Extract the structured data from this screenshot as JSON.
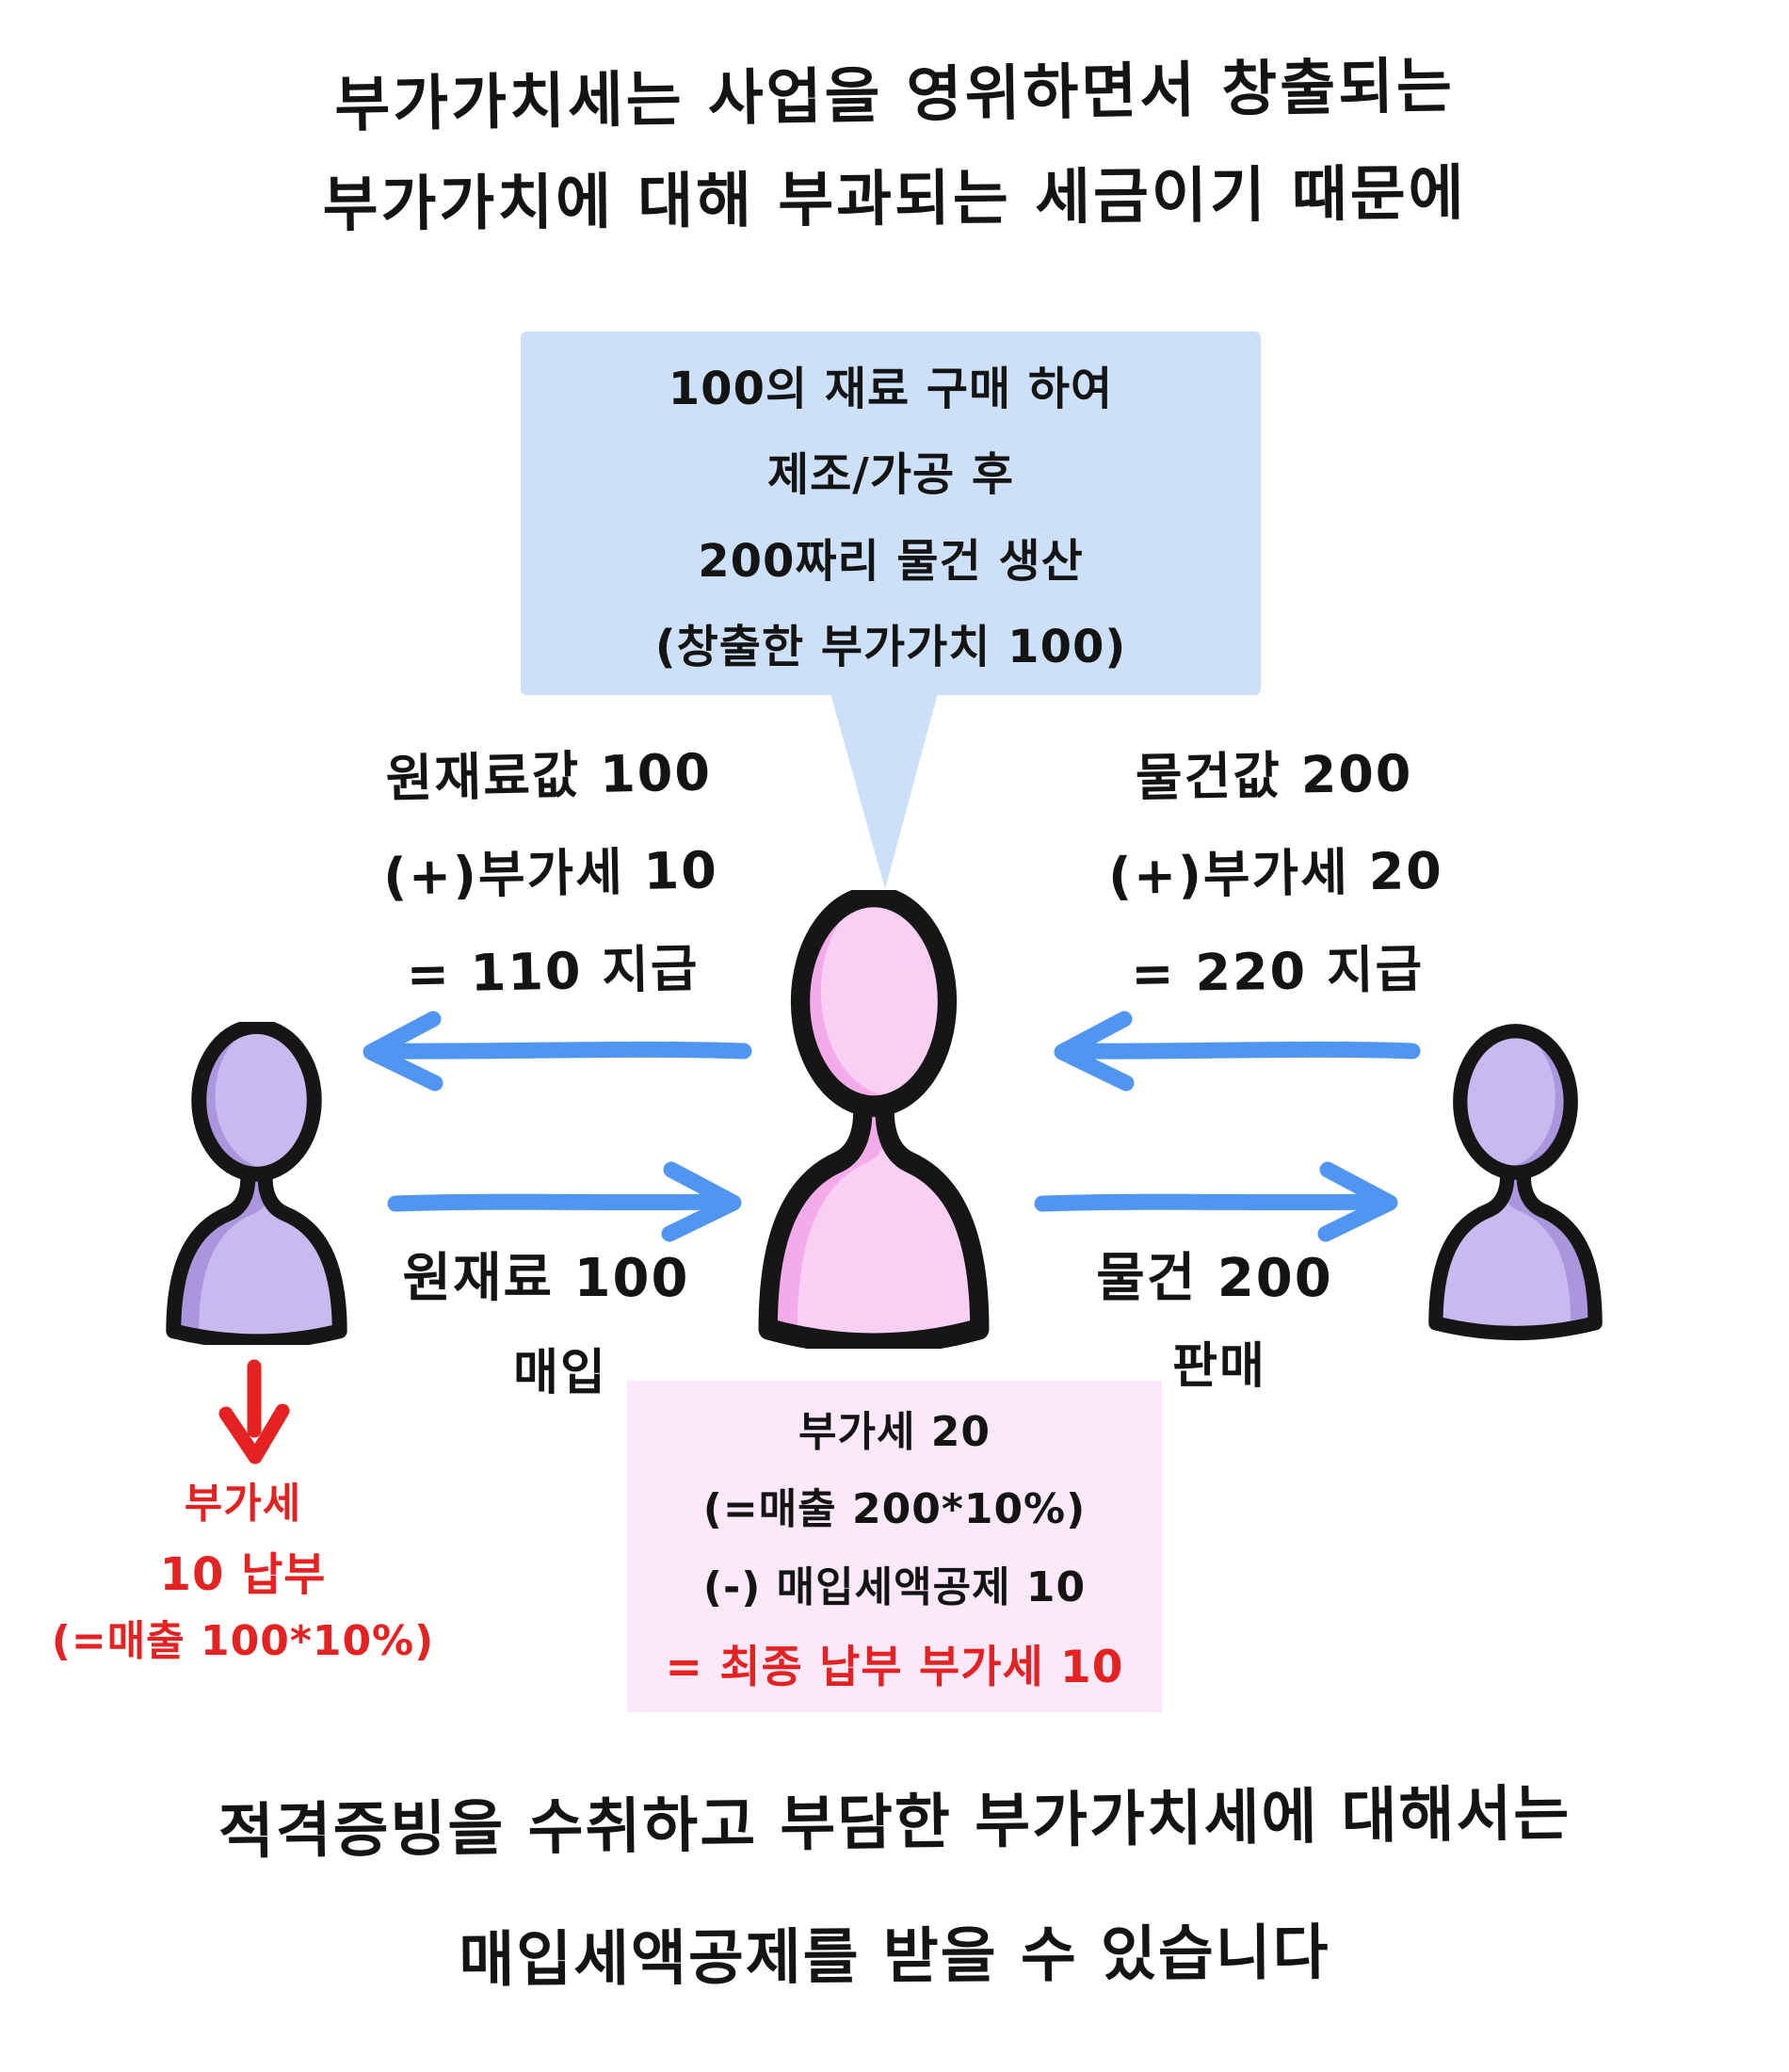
{
  "colors": {
    "bubble_bg": "#cde0fa",
    "vat_box_bg": "#fbe8f8",
    "arrow_blue": "#5096f0",
    "red": "#e42222",
    "person_purple": "#c8b9ee",
    "person_purple_shade": "#aa96dd",
    "person_pink": "#f9d0f4",
    "person_pink_shade": "#f3abe9",
    "outline": "#161616"
  },
  "title": {
    "line1": "부가가치세는 사업을 영위하면서 창출되는",
    "line2": "부가가치에 대해 부과되는 세금이기 때문에"
  },
  "bubble": {
    "lines": [
      "100의 재료 구매 하여",
      "제조/가공 후",
      "200짜리 물건 생산",
      "(창출한 부가가치 100)"
    ]
  },
  "left_payment": {
    "lines": [
      "원재료값 100",
      "(+)부가세 10",
      "= 110 지급"
    ]
  },
  "right_payment": {
    "lines": [
      "물건값 200",
      "(+)부가세 20",
      "= 220 지급"
    ]
  },
  "material_flow": {
    "label": "원재료 100",
    "sublabel": "매입"
  },
  "goods_flow": {
    "label": "물건 200",
    "sublabel": "판매"
  },
  "supplier_tax_note": {
    "lines": [
      "부가세",
      "10 납부",
      "(=매출 100*10%)"
    ]
  },
  "vat_calc_box": {
    "line1": "부가세 20",
    "line2": "(=매출 200*10%)",
    "line3": "(-) 매입세액공제 10",
    "line4_red": "= 최종 납부 부가세 10"
  },
  "footer": {
    "line1": "적격증빙을 수취하고 부담한 부가가치세에 대해서는",
    "line2": "매입세액공제를 받을 수 있습니다"
  }
}
